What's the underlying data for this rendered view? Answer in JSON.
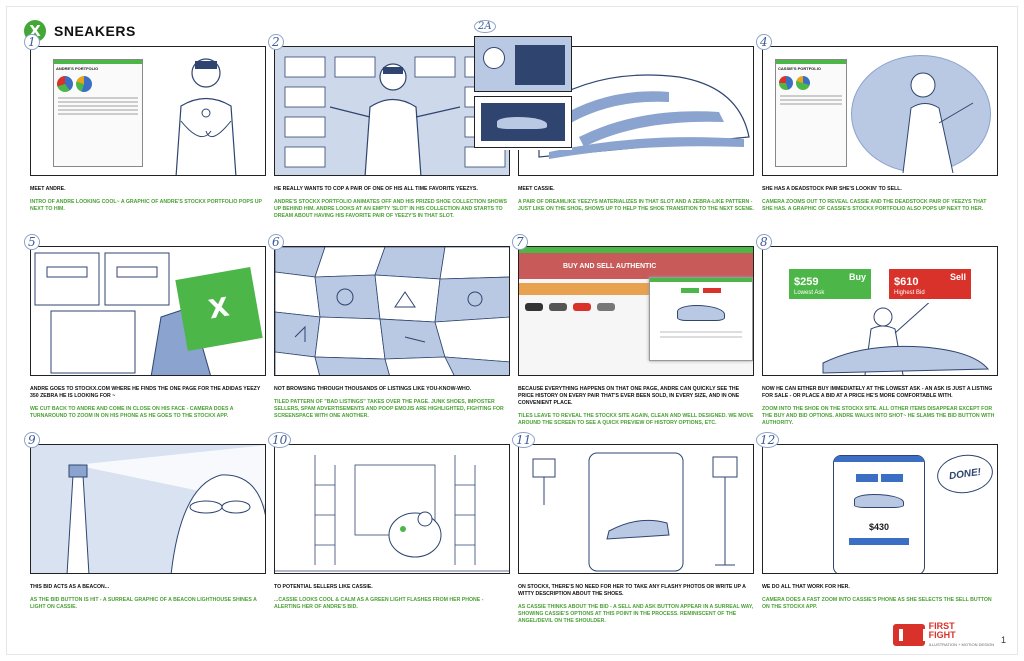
{
  "header": {
    "logo": "X",
    "title": "SNEAKERS"
  },
  "panels": [
    {
      "num": "1",
      "desc": "MEET ANDRE.",
      "note": "INTRO OF ANDRE LOOKING COOL~ A GRAPHIC OF ANDRE'S STOCKX PORTFOLIO POPS UP NEXT TO HIM.",
      "screen_title": "ANDRE'S PORTFOLIO"
    },
    {
      "num": "2",
      "desc": "HE REALLY WANTS TO COP A PAIR OF ONE OF HIS ALL TIME FAVORITE YEEZYS.",
      "note": "ANDRE'S STOCKX PORTFOLIO ANIMATES OFF AND HIS PRIZED SHOE COLLECTION SHOWS UP BEHIND HIM. ANDRE LOOKS AT AN EMPTY 'SLOT' IN HIS COLLECTION AND STARTS TO DREAM ABOUT HAVING HIS FAVORITE PAIR OF YEEZY'S IN THAT SLOT."
    },
    {
      "num": "3",
      "desc": "MEET CASSIE.",
      "note": "A PAIR OF DREAMLIKE YEEZYS MATERIALIZES IN THAT SLOT AND A ZEBRA-LIKE PATTERN - JUST LIKE ON THE SHOE, SHOWS UP TO HELP THE SHOE TRANSITION TO THE NEXT SCENE.",
      "inset_num": "2A"
    },
    {
      "num": "4",
      "desc": "SHE HAS A DEADSTOCK PAIR SHE'S LOOKIN' TO SELL.",
      "note": "CAMERA ZOOMS OUT TO REVEAL CASSIE AND THE DEADSTOCK PAIR OF YEEZYS THAT SHE HAS. A GRAPHIC OF CASSIE'S STOCKX PORTFOLIO ALSO POPS UP NEXT TO HER.",
      "screen_title": "CASSIE'S PORTFOLIO"
    },
    {
      "num": "5",
      "desc": "ANDRE GOES TO STOCKX.COM WHERE HE FINDS THE ONE PAGE FOR THE ADIDAS YEEZY 350 ZEBRA HE IS LOOKING FOR ~",
      "note": "WE CUT BACK TO ANDRE AND COME IN CLOSE ON HIS FACE - CAMERA DOES A TURNAROUND TO ZOOM IN ON HIS PHONE AS HE GOES TO THE STOCKX APP."
    },
    {
      "num": "6",
      "desc": "NOT BROWSING THROUGH THOUSANDS OF LISTINGS LIKE YOU-KNOW-WHO.",
      "note": "TILED PATTERN OF \"BAD LISTINGS\" TAKES OVER THE PAGE. JUNK SHOES, IMPOSTER SELLERS, SPAM ADVERTISEMENTS AND POOP EMOJIS ARE HIGHLIGHTED, FIGHTING FOR SCREENSPACE WITH ONE ANOTHER."
    },
    {
      "num": "7",
      "desc": "BECAUSE EVERYTHING HAPPENS ON THAT ONE PAGE, ANDRE CAN QUICKLY SEE THE PRICE HISTORY ON EVERY PAIR THAT'S EVER BEEN SOLD, IN EVERY SIZE, AND IN ONE CONVENIENT PLACE.",
      "note": "TILES LEAVE TO REVEAL THE STOCKX SITE AGAIN, CLEAN AND WELL DESIGNED. WE MOVE AROUND THE SCREEN TO SEE A QUICK PREVIEW OF HISTORY OPTIONS, ETC.",
      "site_banner": "BUY AND SELL AUTHENTIC"
    },
    {
      "num": "8",
      "desc": "NOW HE CAN EITHER BUY IMMEDIATELY AT THE LOWEST ASK - AN ASK IS JUST A LISTING FOR SALE - OR PLACE A BID AT A PRICE HE'S MORE COMFORTABLE WITH.",
      "note": "ZOOM INTO THE SHOE ON THE STOCKX SITE. ALL OTHER ITEMS DISAPPEAR EXCEPT FOR THE BUY AND BID OPTIONS. ANDRE WALKS INTO SHOT~ HE SLAMS THE BID BUTTON WITH AUTHORITY.",
      "buy_price": "$259",
      "buy_label": "Buy",
      "buy_sub": "Lowest Ask",
      "sell_price": "$610",
      "sell_label": "Sell",
      "sell_sub": "Highest Bid"
    },
    {
      "num": "9",
      "desc": "THIS BID ACTS AS A BEACON...",
      "note": "AS THE BID BUTTON IS HIT - A SURREAL GRAPHIC OF A BEACON LIGHTHOUSE SHINES A LIGHT ON CASSIE."
    },
    {
      "num": "10",
      "desc": "TO POTENTIAL SELLERS LIKE CASSIE.",
      "note": "...CASSIE LOOKS COOL & CALM AS A GREEN LIGHT FLASHES FROM HER PHONE - ALERTING HER OF ANDRE'S BID."
    },
    {
      "num": "11",
      "desc": "ON STOCKX, THERE'S NO NEED FOR HER TO TAKE ANY FLASHY PHOTOS OR WRITE UP A WITTY DESCRIPTION ABOUT THE SHOES.",
      "note": "AS CASSIE THINKS ABOUT THE BID - A SELL AND ASK BUTTON APPEAR IN A SURREAL WAY, SHOWING CASSIE'S OPTIONS AT THIS POINT IN THE PROCESS. REMINISCENT OF THE ANGEL/DEVIL ON THE SHOULDER."
    },
    {
      "num": "12",
      "desc": "WE DO ALL THAT WORK FOR HER.",
      "note": "CAMERA DOES A FAST ZOOM INTO CASSIE'S PHONE AS SHE SELECTS THE SELL BUTTON ON THE STOCKX APP.",
      "speech": "DONE!",
      "phone_price": "$430"
    }
  ],
  "footer": {
    "brand_line1": "FIRST",
    "brand_line2": "FIGHT",
    "brand_sub": "ILLUSTRATION + MOTION DESIGN",
    "page_number": "1"
  },
  "colors": {
    "green": "#43a736",
    "sketch_blue": "#b9c8e3",
    "brand_red": "#d8322a"
  }
}
